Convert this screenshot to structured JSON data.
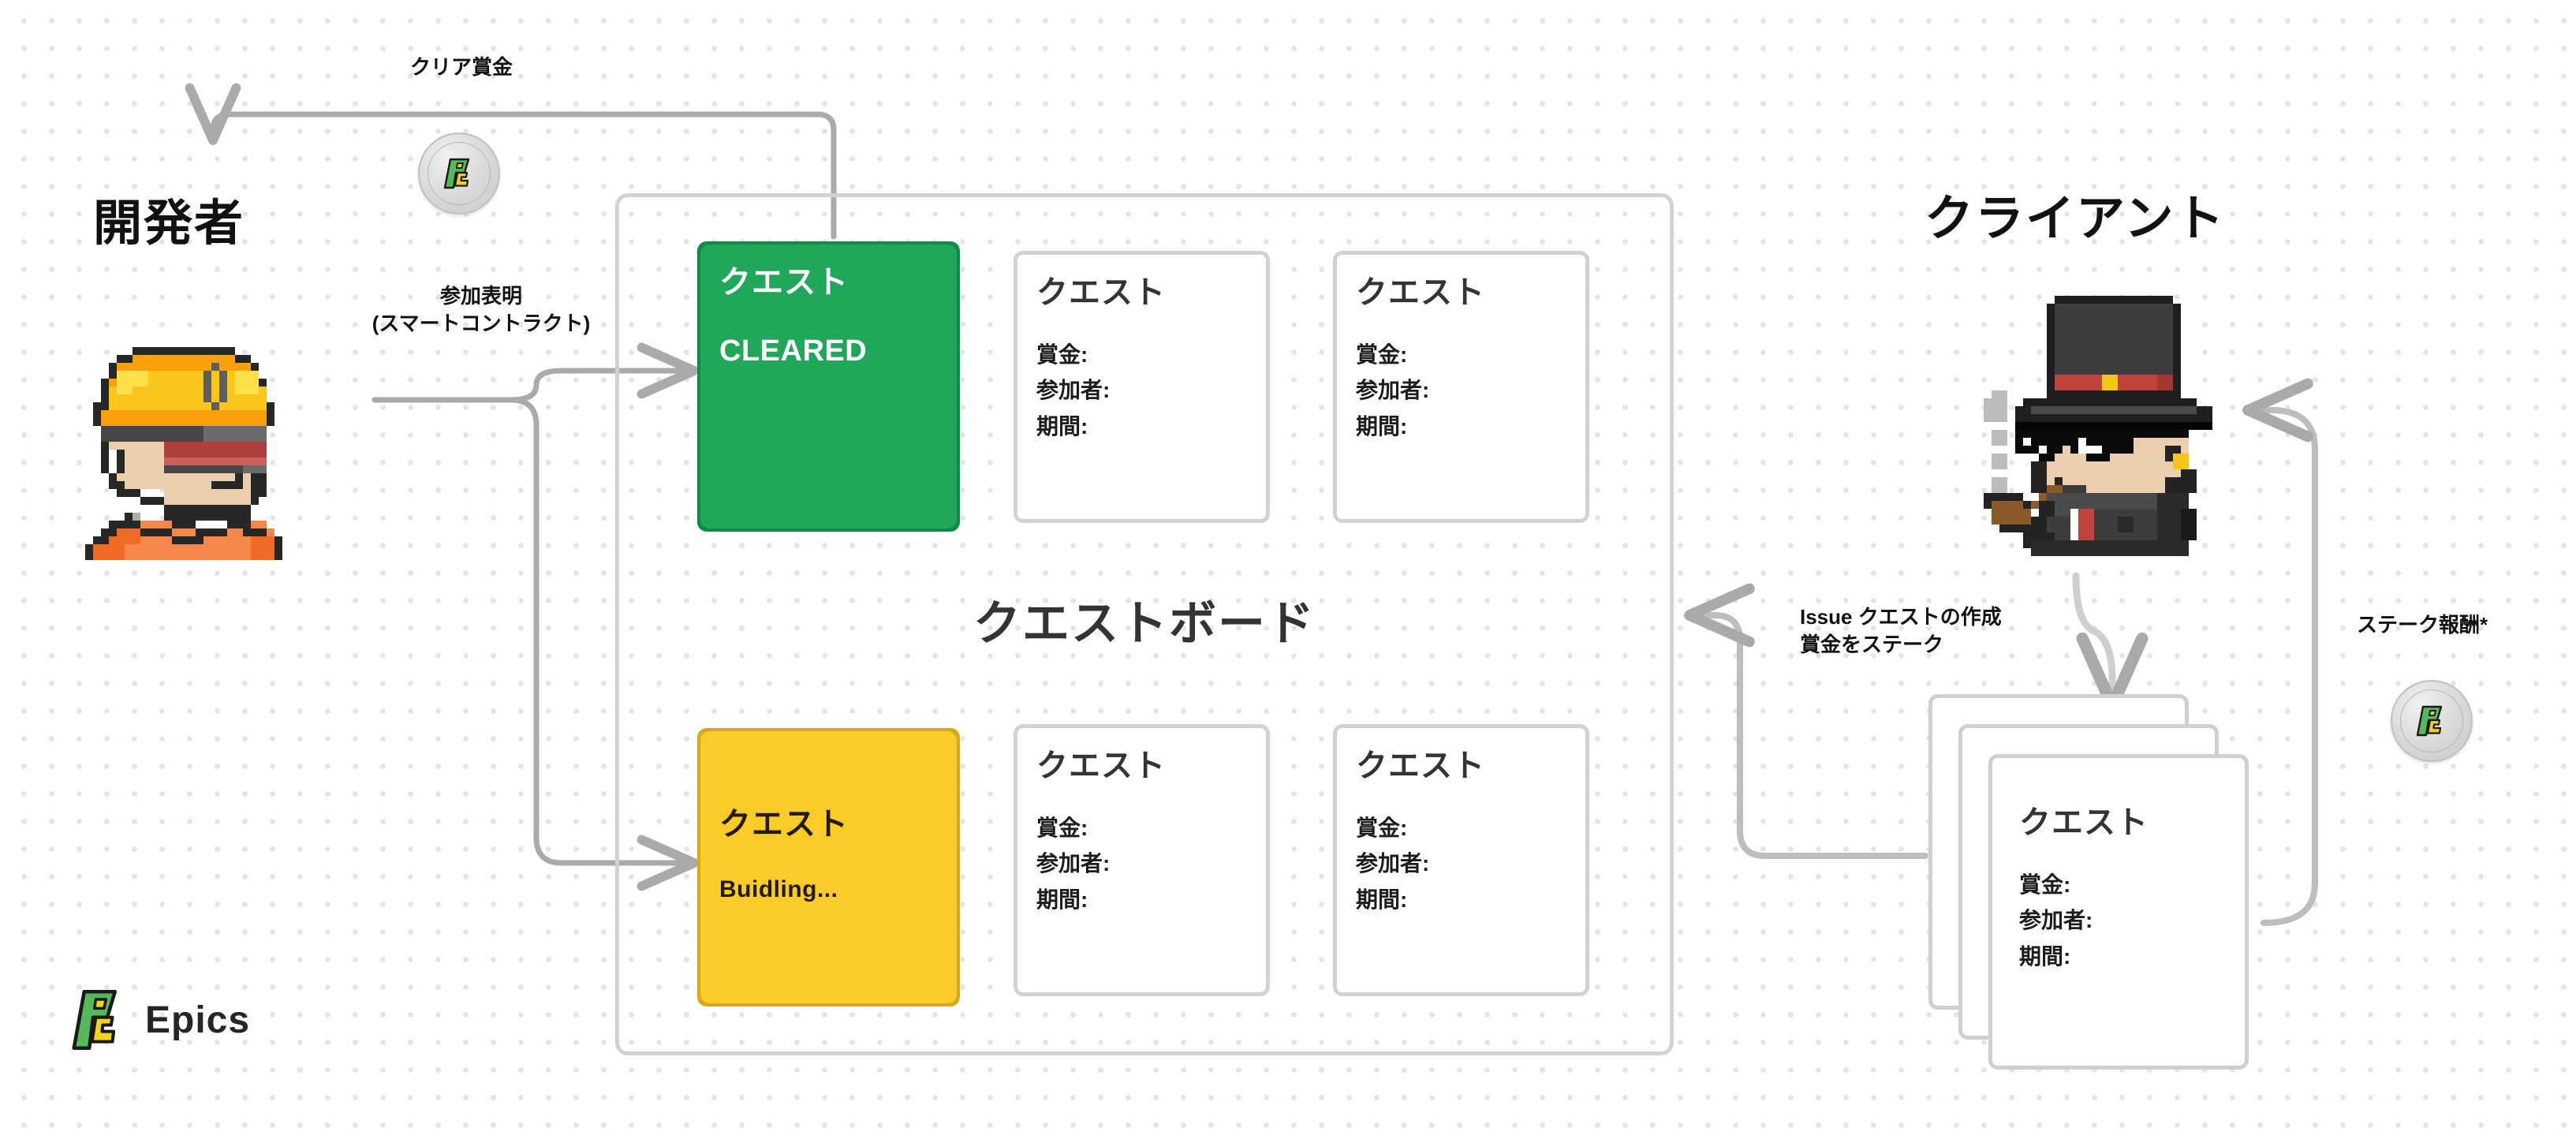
{
  "diagram": {
    "title": "Epics Quest Board Flow",
    "background": "#ffffff",
    "dot_color": "#e4e4e4"
  },
  "roles": {
    "developer": {
      "label": "開発者",
      "icon": "developer-pixel-avatar"
    },
    "client": {
      "label": "クライアント",
      "icon": "client-pixel-avatar"
    }
  },
  "board": {
    "title": "クエストボード",
    "border_color": "#d2d2d2"
  },
  "edges": [
    {
      "id": "clear-bounty",
      "label": "クリア賞金",
      "direction": "to-developer"
    },
    {
      "id": "join-declaration",
      "label_line1": "参加表明",
      "label_line2": "(スマートコントラクト)",
      "direction": "to-board"
    },
    {
      "id": "issue-quest",
      "label_line1": "Issue クエストの作成",
      "label_line2": "賞金をステーク",
      "direction": "to-board"
    },
    {
      "id": "stake-reward",
      "label": "ステーク報酬*",
      "direction": "to-client"
    }
  ],
  "labels": {
    "clear_bounty": "クリア賞金",
    "join_line1": "参加表明",
    "join_line2": "(スマートコントラクト)",
    "issue_line1": "Issue クエストの作成",
    "issue_line2": "賞金をステーク",
    "stake_reward": "ステーク報酬*"
  },
  "quest_card_fields": {
    "title": "クエスト",
    "bounty": "賞金:",
    "participants": "参加者:",
    "period": "期間:"
  },
  "cards": {
    "cleared": {
      "title": "クエスト",
      "status": "CLEARED",
      "bg": "#20a75a",
      "shadow": "#0e8b46",
      "text": "#ffffff"
    },
    "building": {
      "title": "クエスト",
      "status": "Buidling...",
      "bg": "#fbcb2a",
      "shadow": "#d8a915",
      "text": "#231c04"
    },
    "empty_top_1": {
      "title": "クエスト",
      "bounty": "賞金:",
      "participants": "参加者:",
      "period": "期間:"
    },
    "empty_top_2": {
      "title": "クエスト",
      "bounty": "賞金:",
      "participants": "参加者:",
      "period": "期間:"
    },
    "empty_bottom_1": {
      "title": "クエスト",
      "bounty": "賞金:",
      "participants": "参加者:",
      "period": "期間:"
    },
    "empty_bottom_2": {
      "title": "クエスト",
      "bounty": "賞金:",
      "participants": "参加者:",
      "period": "期間:"
    },
    "client_stack_front": {
      "title": "クエスト",
      "bounty": "賞金:",
      "participants": "参加者:",
      "period": "期間:"
    }
  },
  "tokens": {
    "clear_bounty_coin": "epics-coin",
    "stake_reward_coin": "epics-coin"
  },
  "brand": {
    "name": "Epics",
    "logo": "epics-logo",
    "logo_green": "#4caf50",
    "logo_yellow": "#f5cf22"
  }
}
